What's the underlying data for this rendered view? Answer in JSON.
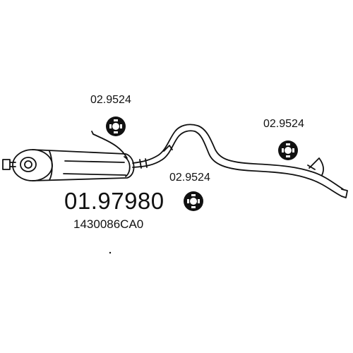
{
  "labels": {
    "hanger_top": "02.9524",
    "hanger_mid": "02.9524",
    "hanger_right": "02.9524",
    "part_number": "01.97980",
    "oem_code": "1430086CA0"
  },
  "icons": {
    "rubber_hanger": "rubber-hanger-icon",
    "exhaust_pipe": "exhaust-pipe-icon",
    "silencer": "rear-silencer-icon"
  },
  "colors": {
    "line": "#111111",
    "background": "#ffffff"
  }
}
